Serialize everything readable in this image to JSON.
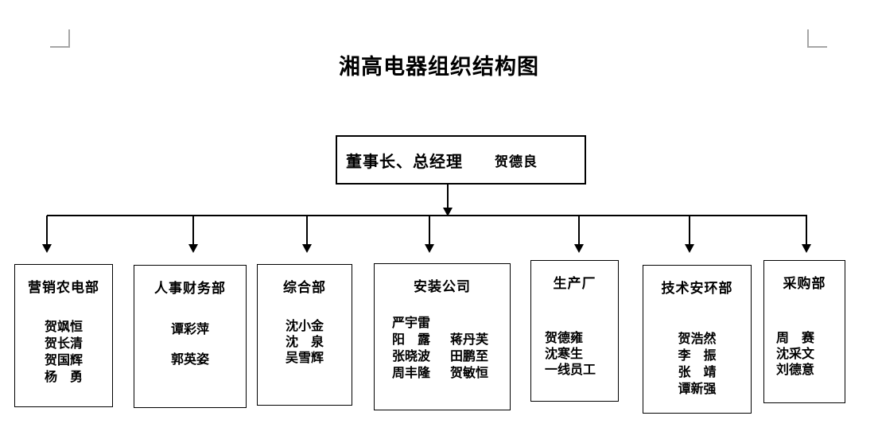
{
  "page": {
    "title": "湘高电器组织结构图"
  },
  "root": {
    "role": "董事长、总经理",
    "person": "贺德良"
  },
  "departments": [
    {
      "title": "营销农电部",
      "members": [
        "贺飒恒",
        "贺长清",
        "贺国辉",
        "杨　勇"
      ]
    },
    {
      "title": "人事财务部",
      "members": [
        "谭彩萍",
        "郭英姿"
      ]
    },
    {
      "title": "综合部",
      "members": [
        "沈小金",
        "沈　泉",
        "吴雪辉"
      ]
    },
    {
      "title": "安装公司",
      "rows": [
        {
          "left": "严宇雷",
          "right": ""
        },
        {
          "left": "阳　露",
          "right": "蒋丹芙"
        },
        {
          "left": "张晓波",
          "right": "田鹏至"
        },
        {
          "left": "周丰隆",
          "right": "贺敏恒"
        }
      ]
    },
    {
      "title": "生产厂",
      "members": [
        "贺德雍",
        "沈寒生",
        "一线员工"
      ]
    },
    {
      "title": "技术安环部",
      "members": [
        "贺浩然",
        "李　振",
        "张　靖",
        "谭新强"
      ]
    },
    {
      "title": "采购部",
      "members": [
        "周　赛",
        "沈采文",
        "刘德意"
      ]
    }
  ],
  "colors": {
    "line": "#000000",
    "margin_mark": "#a6a6a6"
  }
}
